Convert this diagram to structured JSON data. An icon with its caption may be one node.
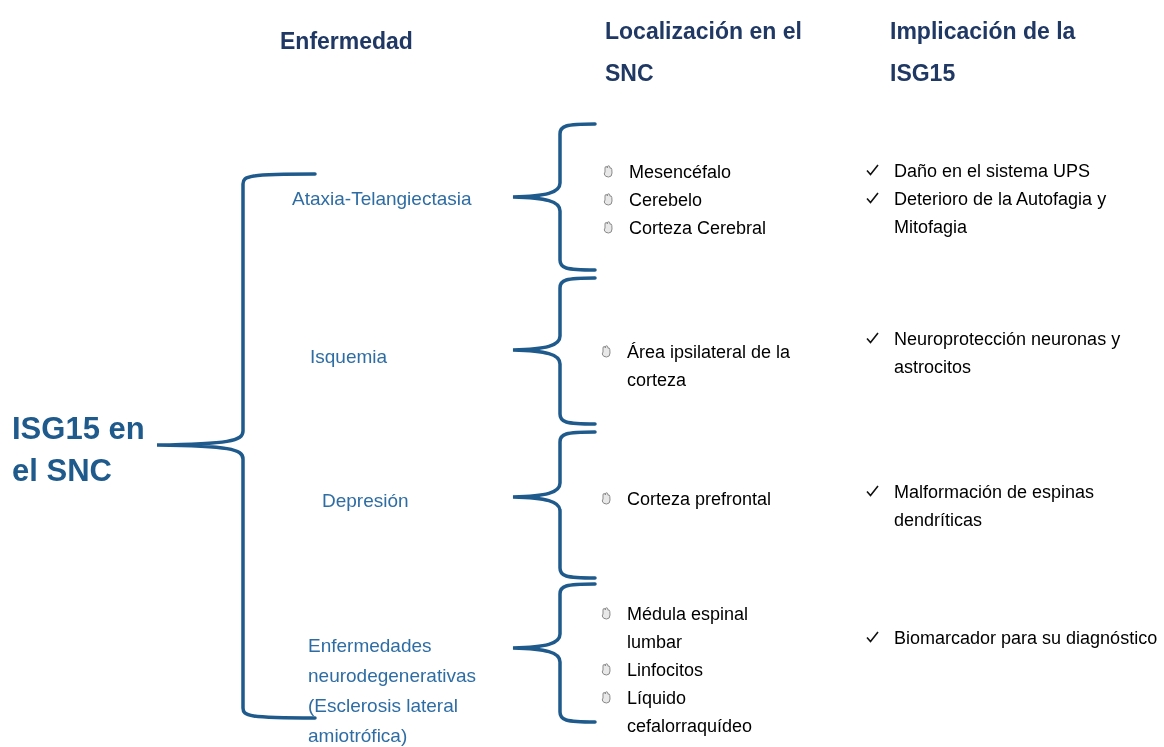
{
  "diagram": {
    "labels": [
      "Enfermedad",
      "Localización en el SNC",
      "Implicación de la ISG15",
      "ISG15 en el SNC",
      "Ataxia-Telangiectasia",
      "Mesencéfalo",
      "Cerebelo",
      "Corteza Cerebral",
      "Daño en el sistema UPS",
      "Deterioro de la Autofagia y Mitofagia",
      "Isquemia",
      "Área ipsilateral de la corteza",
      "Neuroprotección neuronas y astrocitos",
      "Depresión",
      "Corteza prefrontal",
      "Malformación de espinas dendríticas",
      "Enfermedades neurodegenerativas (Esclerosis lateral amiotrófica)",
      "Médula espinal lumbar",
      "Linfocitos",
      "Líquido cefalorraquídeo",
      "Biomarcador para su diagnóstico"
    ]
  }
}
